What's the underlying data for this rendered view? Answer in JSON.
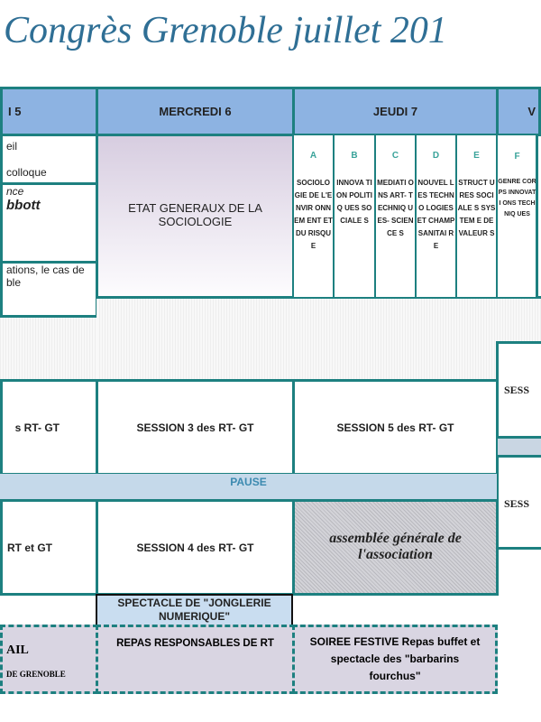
{
  "title": "Congrès Grenoble juillet 201",
  "days": [
    "I 5",
    "MERCREDI 6",
    "JEUDI 7",
    "V"
  ],
  "col1": {
    "accueil_1": "eil",
    "accueil_2": "colloque",
    "conf_1": "nce",
    "conf_2": "bbott",
    "cas_1": "ations, le cas de",
    "cas_2": "ble",
    "session_a": "s RT- GT",
    "session_b": "RT et GT",
    "bottom_1": "AIL",
    "bottom_2": "DE GRENOBLE"
  },
  "mercredi": {
    "etat": "ETAT GENERAUX DE LA SOCIOLOGIE",
    "session3": "SESSION 3 des RT- GT",
    "session4": "SESSION 4 des RT- GT",
    "spectacle": "SPECTACLE DE \"JONGLERIE NUMERIQUE\"",
    "repas": "REPAS RESPONSABLES DE RT"
  },
  "jeudi": {
    "tracks": [
      {
        "letter": "A",
        "label": "SOCIOLO GIE DE L'ENVIR ONNEM ENT ET DU RISQUE"
      },
      {
        "letter": "B",
        "label": "INNOVA TION POLITIQ UES SOCIALE S"
      },
      {
        "letter": "C",
        "label": "MEDIATI ONS ART- TECHNIQ UES- SCIENCE S"
      },
      {
        "letter": "D",
        "label": "NOUVEL LES TECHNO LOGIES ET CHAMP SANITAI RE"
      },
      {
        "letter": "E",
        "label": "STRUCT URES SOCIALE S SYSTEM E DE VALEUR S"
      }
    ],
    "session5": "SESSION 5 des RT- GT",
    "assemblee": "assemblée générale de l'association",
    "soiree": "SOIREE FESTIVE Repas buffet et spectacle des \"barbarins fourchus\""
  },
  "vendredi": {
    "track": {
      "letter": "F",
      "label": "GENRE CORPS INNOVATI ONS TECHNIQ UES"
    },
    "session_a": "SESS",
    "session_b": "SESS"
  },
  "pause": "PAUSE"
}
